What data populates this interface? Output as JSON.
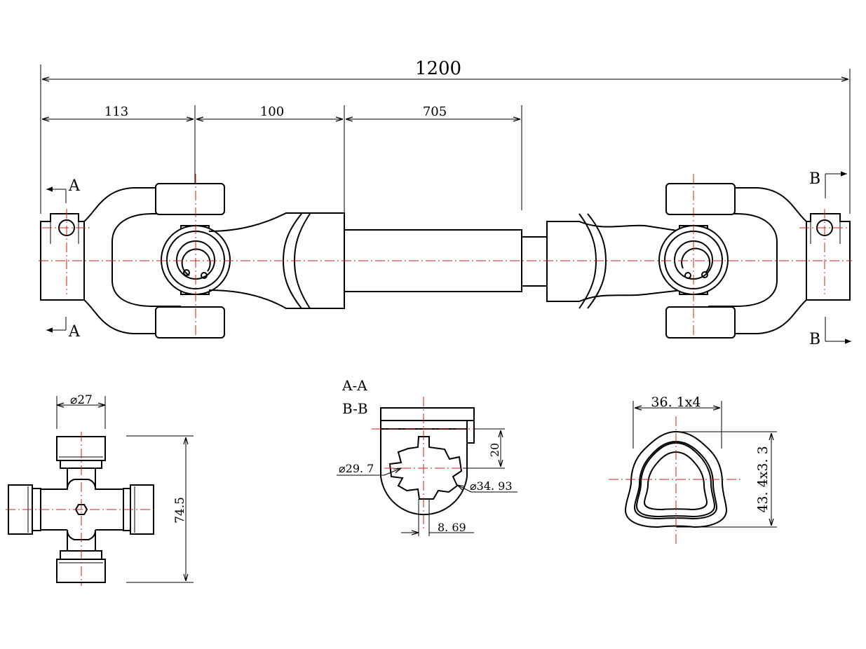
{
  "colors": {
    "outline": "#000000",
    "centerline": "#d21f1f",
    "background": "#ffffff"
  },
  "dimensions": {
    "overall": "1200",
    "seg1": "113",
    "seg2": "100",
    "seg3": "705",
    "cross_diameter": "⌀27",
    "cross_length": "74.5",
    "tube_width": "36. 1x4",
    "tube_height": "43. 4x3. 3",
    "spline_height": "20",
    "spline_inner": "⌀29. 7",
    "spline_outer": "⌀34. 93",
    "spline_slot": "8. 69"
  },
  "section_marks": {
    "a_top": "A",
    "a_bottom": "A",
    "b_top": "B",
    "b_bottom": "B",
    "title_aa": "A-A",
    "title_bb": "B-B"
  }
}
